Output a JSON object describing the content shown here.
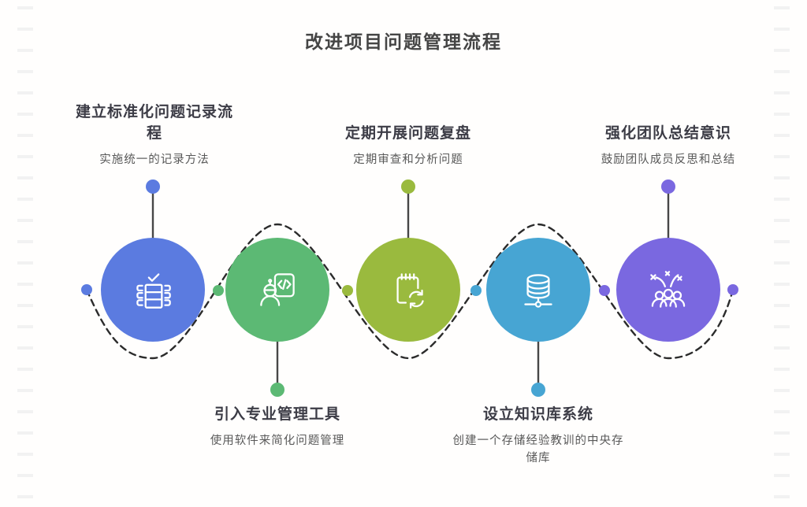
{
  "title": "改进项目问题管理流程",
  "steps": [
    {
      "id": 1,
      "position": "top",
      "heading": "建立标准化问题记录流程",
      "subtitle": "实施统一的记录方法",
      "color": "#5b7be0",
      "icon": "checklist-table-icon"
    },
    {
      "id": 2,
      "position": "bottom",
      "heading": "引入专业管理工具",
      "subtitle": "使用软件来简化问题管理",
      "color": "#5cb974",
      "icon": "developer-document-icon"
    },
    {
      "id": 3,
      "position": "top",
      "heading": "定期开展问题复盘",
      "subtitle": "定期审查和分析问题",
      "color": "#9aba3e",
      "icon": "notepad-refresh-icon"
    },
    {
      "id": 4,
      "position": "bottom",
      "heading": "设立知识库系统",
      "subtitle": "创建一个存储经验教训的中央存储库",
      "color": "#47a5d3",
      "icon": "database-network-icon"
    },
    {
      "id": 5,
      "position": "top",
      "heading": "强化团队总结意识",
      "subtitle": "鼓励团队成员反思和总结",
      "color": "#7a68e0",
      "icon": "team-celebration-icon"
    }
  ],
  "colors": {
    "background": "#fffefd",
    "title_text": "#454545",
    "heading_text": "#3c3c46",
    "subtitle_text": "#595959",
    "wave_line": "#2b2b2b",
    "stem_line": "#474747",
    "edge_ticks": "#f2f2f2"
  }
}
